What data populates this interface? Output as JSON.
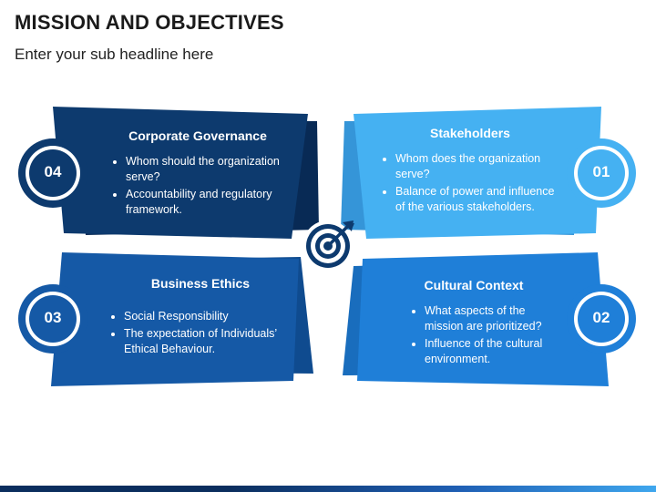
{
  "header": {
    "title": "MISSION AND OBJECTIVES",
    "subtitle": "Enter your sub headline here"
  },
  "center_icon": "target-arrow-icon",
  "cards": [
    {
      "number": "04",
      "heading": "Corporate Governance",
      "bullets": [
        "Whom should the organization serve?",
        "Accountability and regulatory framework."
      ],
      "color": "#0d3a6e"
    },
    {
      "number": "01",
      "heading": "Stakeholders",
      "bullets": [
        "Whom does the organization serve?",
        "Balance of power and influence of the various stakeholders."
      ],
      "color": "#45b1f2"
    },
    {
      "number": "03",
      "heading": "Business Ethics",
      "bullets": [
        "Social Responsibility",
        "The expectation of Individuals’ Ethical Behaviour."
      ],
      "color": "#1559a6"
    },
    {
      "number": "02",
      "heading": "Cultural Context",
      "bullets": [
        "What aspects of the mission are prioritized?",
        "Influence of the cultural environment."
      ],
      "color": "#1f7fd8"
    }
  ]
}
